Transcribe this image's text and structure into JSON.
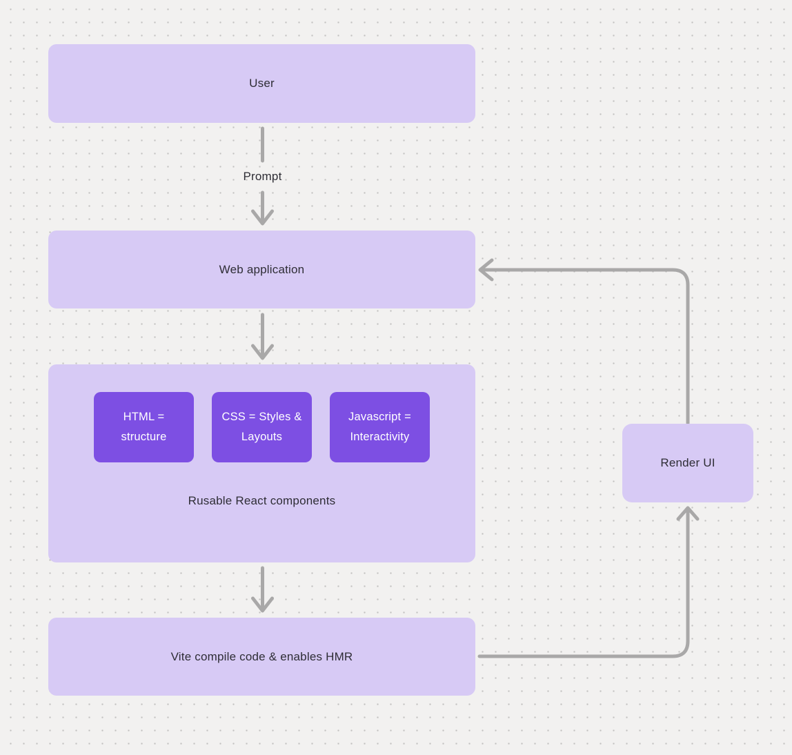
{
  "diagram": {
    "nodes": {
      "user": {
        "label": "User"
      },
      "web_application": {
        "label": "Web application"
      },
      "components_group": {
        "label": "Rusable React components",
        "children": [
          {
            "label": "HTML = structure"
          },
          {
            "label": "CSS = Styles & Layouts"
          },
          {
            "label": "Javascript = Interactivity"
          }
        ]
      },
      "vite": {
        "label": "Vite compile code & enables HMR"
      },
      "render_ui": {
        "label": "Render UI"
      }
    },
    "edges": {
      "prompt_label": "Prompt"
    },
    "colors": {
      "background": "#f2f1f0",
      "dot_grid": "#c2c1c0",
      "node_fill": "#d7caf5",
      "child_fill": "#7d4fe3",
      "node_text": "#2e2d35",
      "child_text": "#ffffff",
      "arrow": "#a9a8a8"
    }
  }
}
